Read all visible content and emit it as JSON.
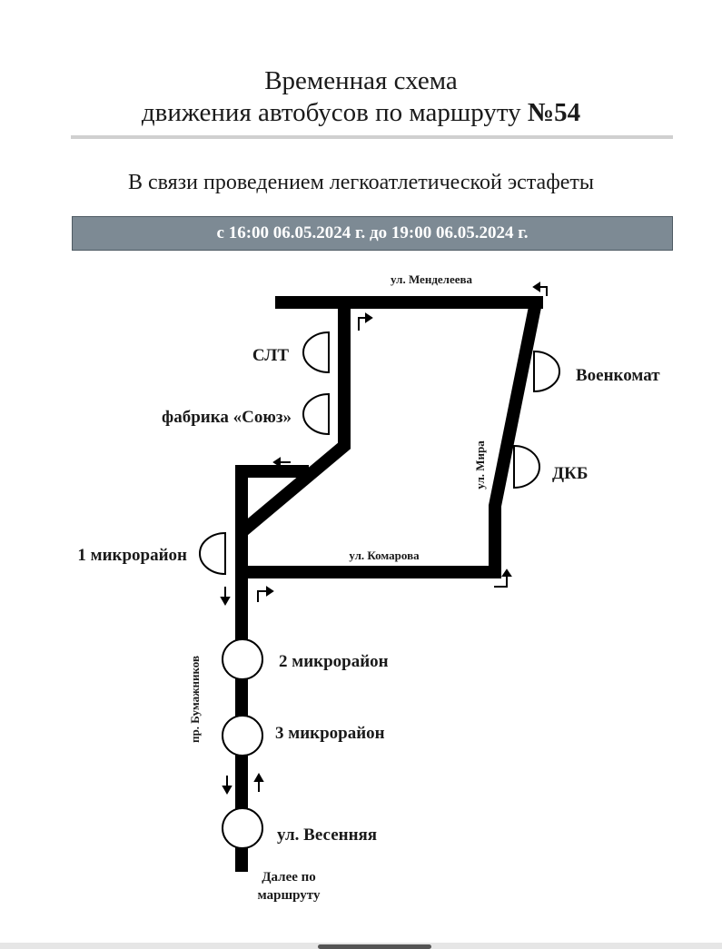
{
  "header": {
    "title_line1": "Временная схема",
    "title_line2_text": "движения автобусов по маршруту ",
    "route_number": "№54"
  },
  "subtitle": "В связи проведением легкоатлетической эстафеты",
  "date_range": "с 16:00 06.05.2024 г. до 19:00 06.05.2024 г.",
  "streets": {
    "mendeleeva": "ул. Менделеева",
    "mira": "ул. Мира",
    "komarova": "ул. Комарова",
    "bumazhnikov": "пр. Бумажников"
  },
  "stops": {
    "slt": "СЛТ",
    "soyuz": "фабрика «Союз»",
    "voenkomat": "Военкомат",
    "dkb": "ДКБ",
    "mkr1": "1 микрорайон",
    "mkr2": "2 микрорайон",
    "mkr3": "3 микрорайон",
    "vesennyaya": "ул. Весенняя"
  },
  "footer_note": {
    "line1": "Далее по",
    "line2": "маршруту"
  },
  "colors": {
    "route": "#000000",
    "date_bar": "#7d8a94",
    "rule": "#d0d0d0"
  }
}
